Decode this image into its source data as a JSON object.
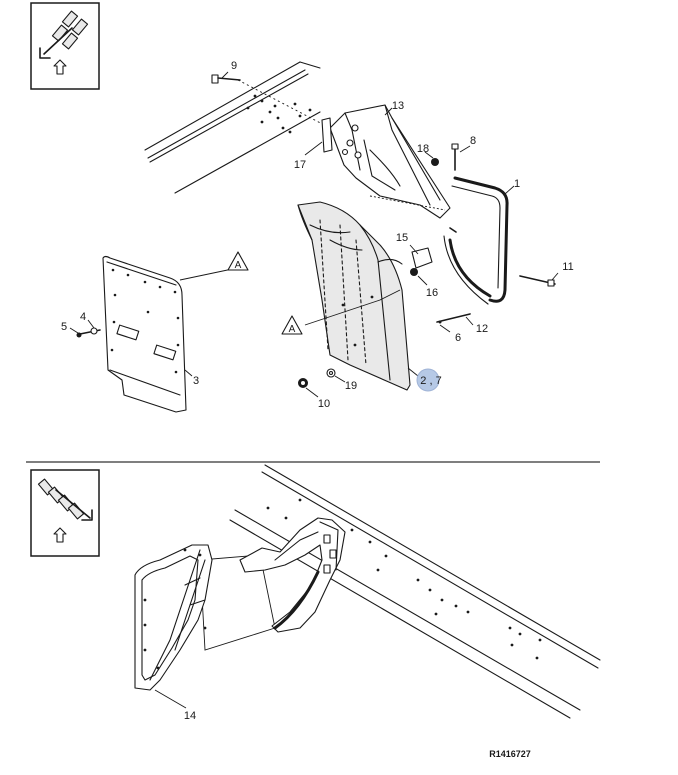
{
  "panel_top": {
    "callouts": [
      {
        "id": "c9",
        "text": "9"
      },
      {
        "id": "c13",
        "text": "13"
      },
      {
        "id": "c17",
        "text": "17"
      },
      {
        "id": "c18",
        "text": "18"
      },
      {
        "id": "c8",
        "text": "8"
      },
      {
        "id": "c1",
        "text": "1"
      },
      {
        "id": "c15",
        "text": "15"
      },
      {
        "id": "c16",
        "text": "16"
      },
      {
        "id": "c11",
        "text": "11"
      },
      {
        "id": "c12",
        "text": "12"
      },
      {
        "id": "c6",
        "text": "6"
      },
      {
        "id": "c4",
        "text": "4"
      },
      {
        "id": "c5",
        "text": "5"
      },
      {
        "id": "c3",
        "text": "3"
      },
      {
        "id": "c19",
        "text": "19"
      },
      {
        "id": "c10",
        "text": "10"
      },
      {
        "id": "c27",
        "text": "2 , 7"
      }
    ],
    "view_markers": [
      {
        "id": "a1",
        "text": "A"
      },
      {
        "id": "a2",
        "text": "A"
      }
    ]
  },
  "panel_bottom": {
    "callouts": [
      {
        "id": "c14",
        "text": "14"
      }
    ]
  },
  "reference_number": "R1416727",
  "colors": {
    "line": "#1a1a1a",
    "highlight": "#b6c9e6"
  },
  "icons": [
    "direction-arrow-icon"
  ]
}
